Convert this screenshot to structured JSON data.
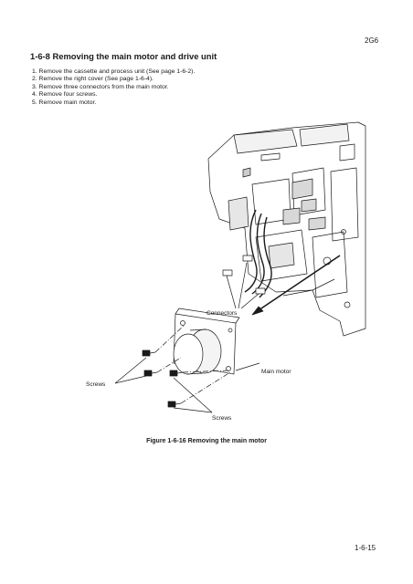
{
  "header": {
    "model": "2G6"
  },
  "section": {
    "title": "1-6-8 Removing the main motor and drive unit"
  },
  "steps": [
    "1. Remove the cassette and process unit (See page 1-6-2).",
    "2. Remove the right cover (See page 1-6-4).",
    "3. Remove three connectors from the main motor.",
    "4. Remove four screws.",
    "5. Remove main motor."
  ],
  "figure": {
    "labels": {
      "connectors": "Connectors",
      "main_motor": "Main motor",
      "screws_left": "Screws",
      "screws_bottom": "Screws"
    },
    "caption": "Figure 1-6-16 Removing the main motor"
  },
  "footer": {
    "page_number": "1-6-15"
  }
}
